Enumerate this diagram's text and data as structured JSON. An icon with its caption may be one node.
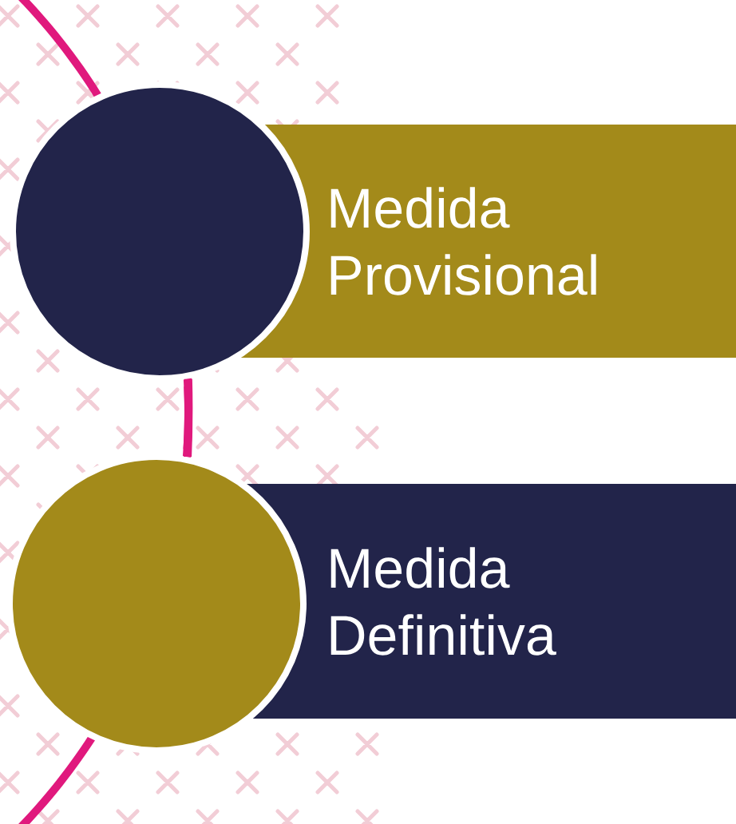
{
  "diagram": {
    "nodes": [
      {
        "text": [],
        "shape": "circle"
      },
      {
        "text": [
          "Medida Provisional"
        ]
      },
      {
        "text": [],
        "shape": "circle"
      },
      {
        "text": [
          "Medida Definitiva"
        ]
      }
    ],
    "edges": [
      {
        "from": 0,
        "to": 2,
        "arrow": "none",
        "color": "#e0197d"
      }
    ]
  }
}
